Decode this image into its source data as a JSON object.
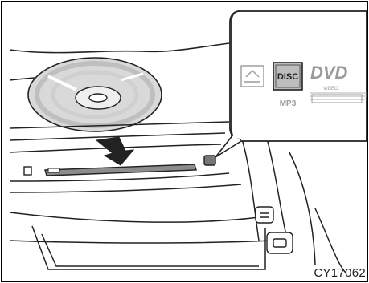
{
  "figure": {
    "code": "CY17062"
  },
  "callout": {
    "disc_button_label": "DISC",
    "mp3_label": "MP3",
    "dvd_logo_text": "DVD",
    "dvd_sub_text": "VIDEO"
  },
  "icons": {
    "disc": "cd-disc-icon",
    "insert_arrow": "down-arrow-icon",
    "slot": "disc-slot",
    "eject": "eject-button"
  },
  "colors": {
    "line": "#222222",
    "frame": "#000000",
    "disc_fill": "#d9d9d9",
    "disc_hub": "#ffffff",
    "button_fill": "#bdbdbd",
    "faint": "#9a9a9a",
    "background": "#ffffff"
  }
}
